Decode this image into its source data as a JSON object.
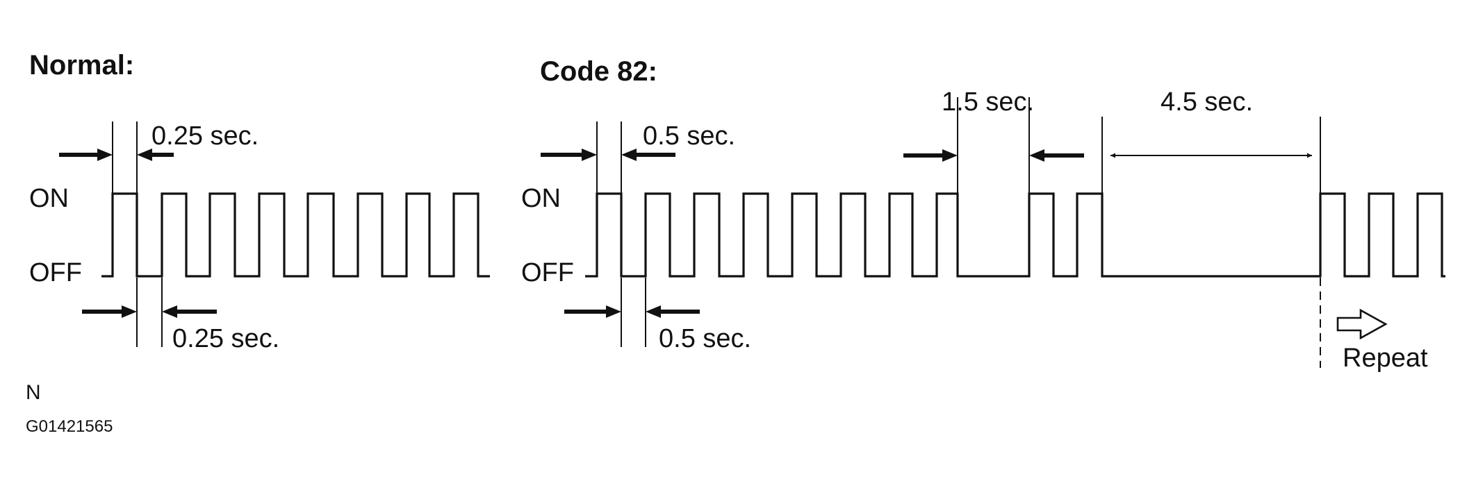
{
  "normal": {
    "title": "Normal:",
    "on_label": "ON",
    "off_label": "OFF",
    "on_time": "0.25 sec.",
    "off_time": "0.25 sec."
  },
  "code82": {
    "title": "Code 82:",
    "on_label": "ON",
    "off_label": "OFF",
    "on_time": "0.5 sec.",
    "off_time": "0.5 sec.",
    "digit_gap": "1.5 sec.",
    "code_gap": "4.5 sec.",
    "repeat_label": "Repeat"
  },
  "footer": {
    "letter": "N",
    "figure_id": "G01421565"
  }
}
